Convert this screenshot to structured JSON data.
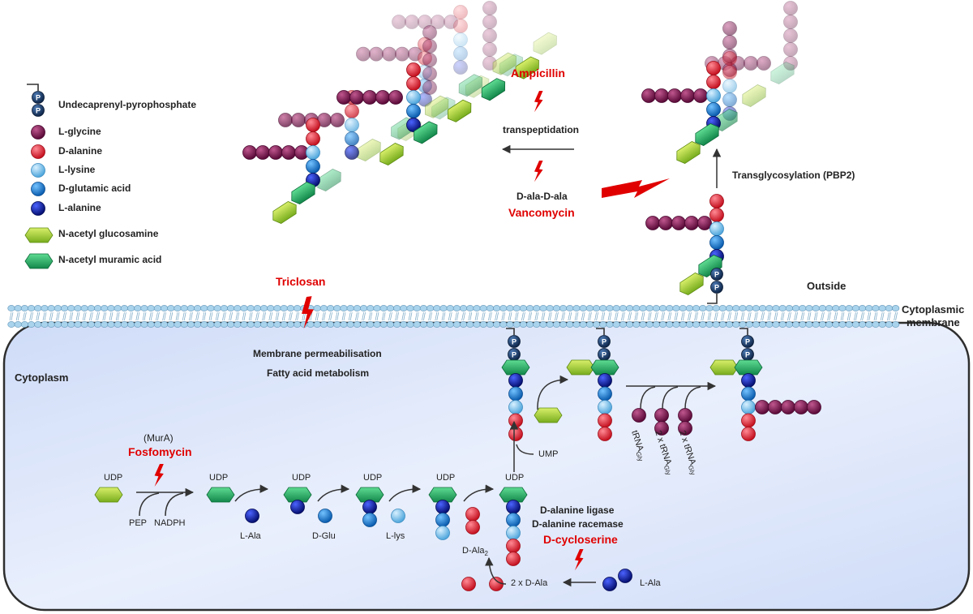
{
  "regions": {
    "outside": "Outside",
    "membrane_line1": "Cytoplasmic",
    "membrane_line2": "membrane",
    "cytoplasm": "Cytoplasm"
  },
  "legend": [
    {
      "key": "pp",
      "label": "Undecaprenyl-pyrophosphate"
    },
    {
      "key": "gly",
      "label": "L-glycine"
    },
    {
      "key": "dala",
      "label": "D-alanine"
    },
    {
      "key": "lys",
      "label": "L-lysine"
    },
    {
      "key": "glu",
      "label": "D-glutamic acid"
    },
    {
      "key": "lala",
      "label": "L-alanine"
    },
    {
      "key": "glcnac",
      "label": "N-acetyl glucosamine"
    },
    {
      "key": "murnac",
      "label": "N-acetyl muramic acid"
    }
  ],
  "drugs": {
    "ampicillin": "Ampicillin",
    "vancomycin": "Vancomycin",
    "triclosan": "Triclosan",
    "fosfomycin": "Fosfomycin",
    "dcycloserine": "D-cycloserine"
  },
  "processes": {
    "transpeptidation": "transpeptidation",
    "dala_dala": "D-ala-D-ala",
    "transglycosylation": "Transglycosylation (PBP2)",
    "membrane_perm": "Membrane permeabilisation",
    "fatty_acid": "Fatty acid metabolism",
    "mura": "(MurA)",
    "dala_ligase": "D-alanine ligase",
    "dala_racemase": "D-alanine racemase"
  },
  "pathway": {
    "udp": "UDP",
    "pep": "PEP",
    "nadph": "NADPH",
    "l_ala": "L-Ala",
    "d_glu": "D-Glu",
    "l_lys": "L-lys",
    "d_ala2": "D-Ala",
    "d_ala2_sub": "2",
    "two_dala": "2 x D-Ala",
    "l_ala_end": "L-Ala",
    "ump": "UMP",
    "trna": "tRNA",
    "trna_two": "2 x tRNA",
    "trna_sub": "Gly",
    "phosphate": "P"
  },
  "colors": {
    "gly": "#7a1450",
    "dala": "#e8283c",
    "lys": "#7cc4ee",
    "glu": "#1f86d6",
    "lala": "#0d1fa6",
    "glcnac": "#8cc63f",
    "murnac": "#1faa5a",
    "phosphate": "#1c3d6b",
    "drug": "#e00000",
    "membrane": "#a9d3ec",
    "cytoplasm": "#dde6fb"
  }
}
